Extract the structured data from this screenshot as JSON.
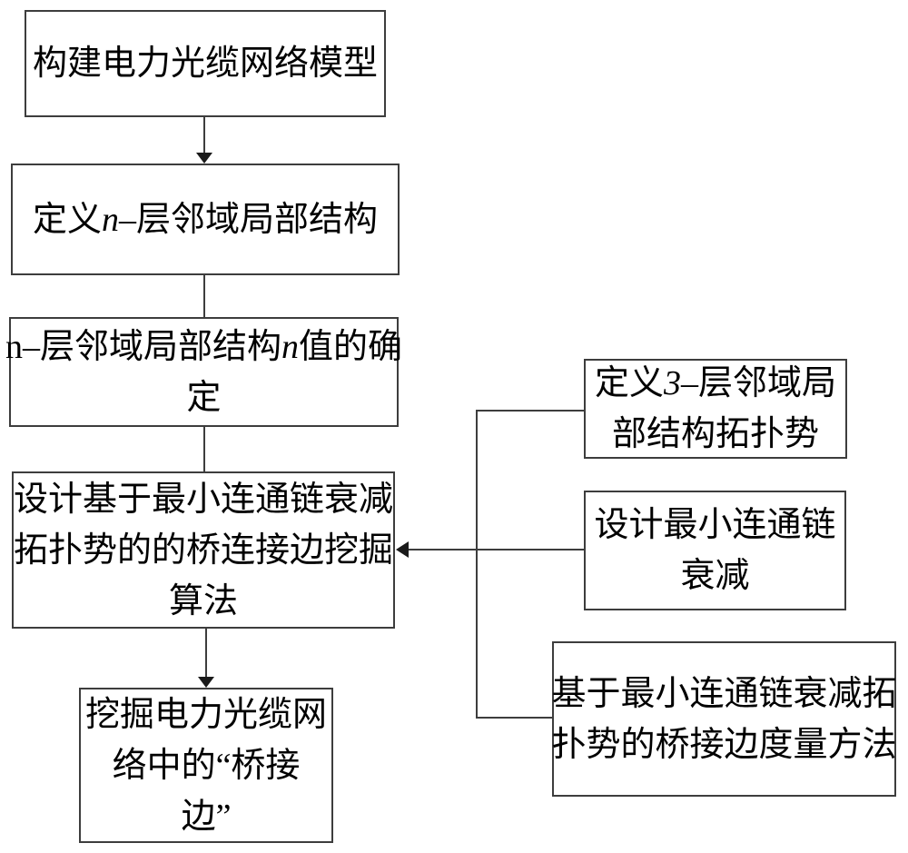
{
  "colors": {
    "background": "#ffffff",
    "line": "#3d3d3d",
    "arrow": "#1a1a1a",
    "text": "#000000"
  },
  "boxes": {
    "build_model": {
      "text": "构建电力光缆网络模型"
    },
    "define_n_layer": {
      "pre": "定义",
      "var": "n",
      "post": "–层邻域局部结构"
    },
    "determine_n_value": {
      "line1_pre": "n–层邻域局部结构",
      "line1_var": "n",
      "line1_post": "值的确",
      "line2": "定"
    },
    "design_mining_algorithm": {
      "line1": "设计基于最小连通链衰减",
      "line2": "拓扑势的的桥连接边挖掘",
      "line3": "算法"
    },
    "mine_bridge_edges": {
      "line1": "挖掘电力光缆网",
      "line2": "络中的“桥接",
      "line3": "边”"
    },
    "define_3_layer_potential": {
      "line1_pre": "定义",
      "line1_var": "3",
      "line1_post": "–层邻域局",
      "line2": "部结构拓扑势"
    },
    "design_min_chain_attenuation": {
      "line1": "设计最小连通链",
      "line2": "衰减"
    },
    "bridge_edge_measure": {
      "line1": "基于最小连通链衰减拓",
      "line2": "扑势的桥接边度量方法"
    }
  }
}
